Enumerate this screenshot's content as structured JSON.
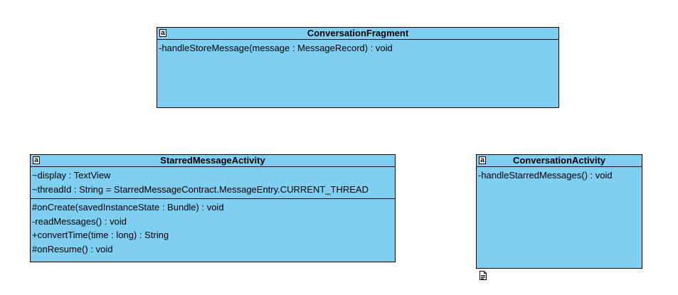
{
  "diagram": {
    "classes": [
      {
        "id": "conversation-fragment",
        "name": "ConversationFragment",
        "icon": "class-icon",
        "attributes": [],
        "operations": [
          "-handleStoreMessage(message : MessageRecord) : void"
        ]
      },
      {
        "id": "starred-message-activity",
        "name": "StarredMessageActivity",
        "icon": "class-icon",
        "attributes": [
          "~display : TextView",
          "~threadId : String = StarredMessageContract.MessageEntry.CURRENT_THREAD"
        ],
        "operations": [
          "#onCreate(savedInstanceState : Bundle) : void",
          "-readMessages() : void",
          "+convertTime(time : long) : String",
          "#onResume() : void"
        ]
      },
      {
        "id": "conversation-activity",
        "name": "ConversationActivity",
        "icon": "class-icon",
        "attributes": [],
        "operations": [
          "-handleStarredMessages() : void"
        ]
      }
    ],
    "note_icon": "document-icon",
    "colors": {
      "class_fill": "#7fcff3",
      "border": "#000000"
    }
  }
}
